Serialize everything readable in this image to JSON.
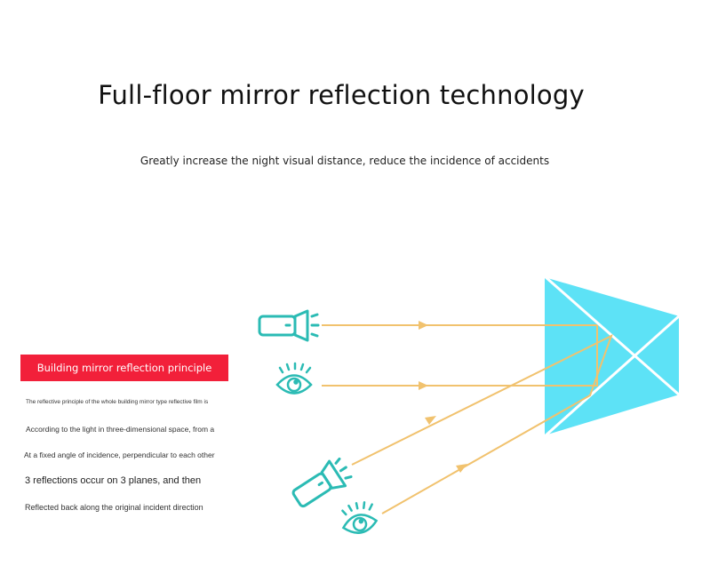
{
  "header": {
    "title": "Full-floor mirror reflection technology",
    "subtitle": "Greatly increase the night visual distance, reduce the incidence of accidents"
  },
  "principle": {
    "banner_label": "Building mirror reflection principle",
    "lines": [
      "The reflective principle of the whole building mirror type reflective film is",
      "According to the light in three-dimensional space, from a",
      "At a fixed angle of incidence, perpendicular to each other",
      "3 reflections occur on 3 planes, and then",
      "Reflected back along the original incident direction"
    ]
  },
  "diagram": {
    "icons": [
      "flashlight-icon",
      "eye-icon",
      "flashlight-icon",
      "eye-icon"
    ],
    "colors": {
      "ray": "#f1c26e",
      "icon": "#2bbbb4",
      "prism": "#5de2f6",
      "banner": "#f2203a"
    }
  }
}
